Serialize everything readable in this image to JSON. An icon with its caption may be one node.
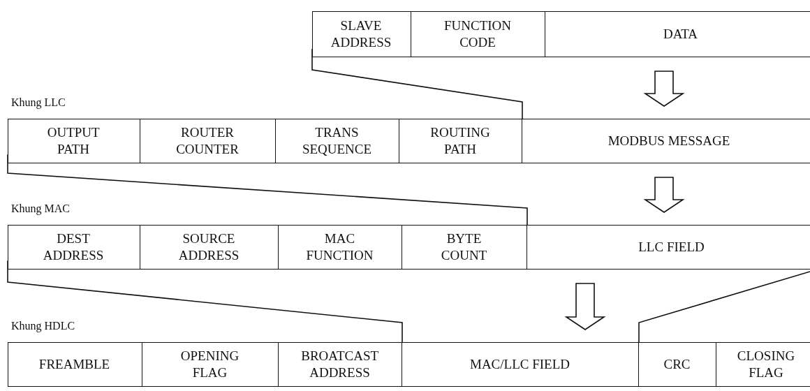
{
  "diagram": {
    "nodes": [
      {
        "text": [],
        "shape": "box"
      },
      {
        "text": [
          "SLAVE ADDRESS"
        ],
        "in": 0
      },
      {
        "text": [
          "FUNCTION CODE"
        ],
        "in": 0
      },
      {
        "text": [
          "DATA"
        ],
        "in": 0
      },
      {
        "text": [],
        "shape": "box"
      },
      {
        "text": [
          "OUTPUT PATH"
        ],
        "in": 4
      },
      {
        "text": [
          "ROUTER COUNTER"
        ],
        "in": 4
      },
      {
        "text": [
          "TRANS SEQUENCE"
        ],
        "in": 4
      },
      {
        "text": [
          "ROUTING PATH"
        ],
        "in": 4
      },
      {
        "text": [
          "MODBUS MESSAGE"
        ],
        "in": 4
      },
      {
        "text": [],
        "shape": "box"
      },
      {
        "text": [
          "DEST ADDRESS"
        ],
        "in": 10
      },
      {
        "text": [
          "SOURCE ADDRESS"
        ],
        "in": 10
      },
      {
        "text": [
          "MAC FUNCTION"
        ],
        "in": 10
      },
      {
        "text": [
          "BYTE COUNT"
        ],
        "in": 10
      },
      {
        "text": [
          "LLC FIELD"
        ],
        "in": 10
      },
      {
        "text": [],
        "shape": "box"
      },
      {
        "text": [
          "FREAMBLE"
        ],
        "in": 16
      },
      {
        "text": [
          "OPENING FLAG"
        ],
        "in": 16
      },
      {
        "text": [
          "BROATCAST ADDRESS"
        ],
        "in": 16
      },
      {
        "text": [
          "MAC/LLC FIELD"
        ],
        "in": 16
      },
      {
        "text": [
          "CRC"
        ],
        "in": 16
      },
      {
        "text": [
          "CLOSING FLAG"
        ],
        "in": 16
      }
    ],
    "edges": [
      {
        "from": 0,
        "to": 9,
        "arrow": "none"
      },
      {
        "from": 0,
        "to": 9,
        "arrow": "to"
      },
      {
        "from": 4,
        "to": 15,
        "arrow": "none"
      },
      {
        "from": 4,
        "to": 15,
        "arrow": "to"
      },
      {
        "from": 10,
        "to": 20,
        "arrow": "none"
      },
      {
        "from": 10,
        "to": 20,
        "arrow": "none"
      },
      {
        "from": 10,
        "to": 20,
        "arrow": "to"
      }
    ],
    "labels": [
      "Khung LLC",
      "Khung MAC",
      "Khung HDLC"
    ]
  }
}
